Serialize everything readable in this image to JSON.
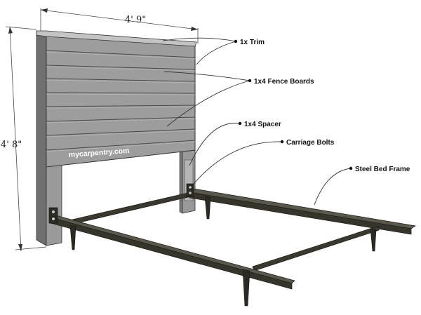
{
  "dimensions": {
    "width": "4' 9\"",
    "height": "4' 8\""
  },
  "callouts": [
    {
      "id": "trim",
      "label": "1x Trim"
    },
    {
      "id": "fence-boards",
      "label": "1x4 Fence Boards"
    },
    {
      "id": "spacer",
      "label": "1x4 Spacer"
    },
    {
      "id": "carriage-bolts",
      "label": "Carriage Bolts"
    },
    {
      "id": "steel-bed-frame",
      "label": "Steel Bed Frame"
    }
  ],
  "watermark": "mycarpentry.com",
  "colors": {
    "wood_face": "#9c9c9c",
    "wood_dark": "#6e6e6e",
    "wood_light": "#bdbdbd",
    "steel": "#3a382f",
    "steel_dark": "#24231d",
    "steel_top": "#55534a"
  }
}
